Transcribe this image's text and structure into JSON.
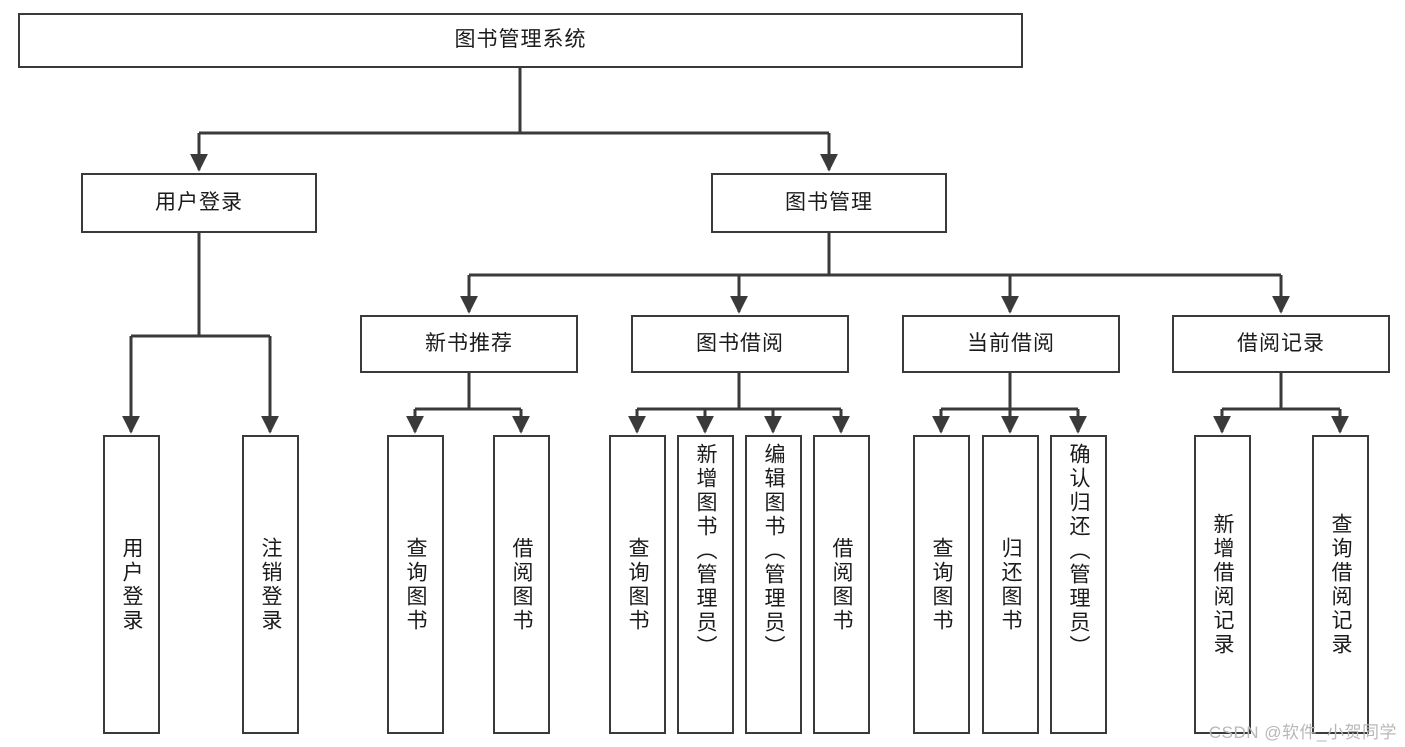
{
  "diagram": {
    "title": "图书管理系统",
    "type": "tree-hierarchy",
    "watermark": "CSDN @软件_小贺同学",
    "colors": {
      "box_border": "#3a3a3a",
      "box_fill": "#ffffff",
      "edge": "#3a3a3a",
      "text": "#1b1b1b",
      "watermark": "#b8b8b8",
      "background": "#ffffff"
    },
    "nodes": {
      "root": {
        "label": "图书管理系统"
      },
      "level2": [
        {
          "id": "user-login",
          "label": "用户登录"
        },
        {
          "id": "book-manage",
          "label": "图书管理"
        }
      ],
      "level3": [
        {
          "id": "new-book-recommend",
          "label": "新书推荐"
        },
        {
          "id": "book-borrow",
          "label": "图书借阅"
        },
        {
          "id": "current-borrow",
          "label": "当前借阅"
        },
        {
          "id": "borrow-record",
          "label": "借阅记录"
        }
      ],
      "leaves": {
        "user_login": [
          {
            "id": "leaf-user-login",
            "label": "用户登录"
          },
          {
            "id": "leaf-logout-login",
            "label": "注销登录"
          }
        ],
        "new_book_recommend": [
          {
            "id": "leaf-query-book-1",
            "label": "查询图书"
          },
          {
            "id": "leaf-borrow-book-1",
            "label": "借阅图书"
          }
        ],
        "book_borrow": [
          {
            "id": "leaf-query-book-2",
            "label": "查询图书"
          },
          {
            "id": "leaf-add-book",
            "label": "新增图书（管理员）"
          },
          {
            "id": "leaf-edit-book",
            "label": "编辑图书（管理员）"
          },
          {
            "id": "leaf-borrow-book-2",
            "label": "借阅图书"
          }
        ],
        "current_borrow": [
          {
            "id": "leaf-query-book-3",
            "label": "查询图书"
          },
          {
            "id": "leaf-return-book",
            "label": "归还图书"
          },
          {
            "id": "leaf-confirm-return",
            "label": "确认归还（管理员）"
          }
        ],
        "borrow_record": [
          {
            "id": "leaf-add-record",
            "label": "新增借阅记录"
          },
          {
            "id": "leaf-query-record",
            "label": "查询借阅记录"
          }
        ]
      }
    }
  }
}
